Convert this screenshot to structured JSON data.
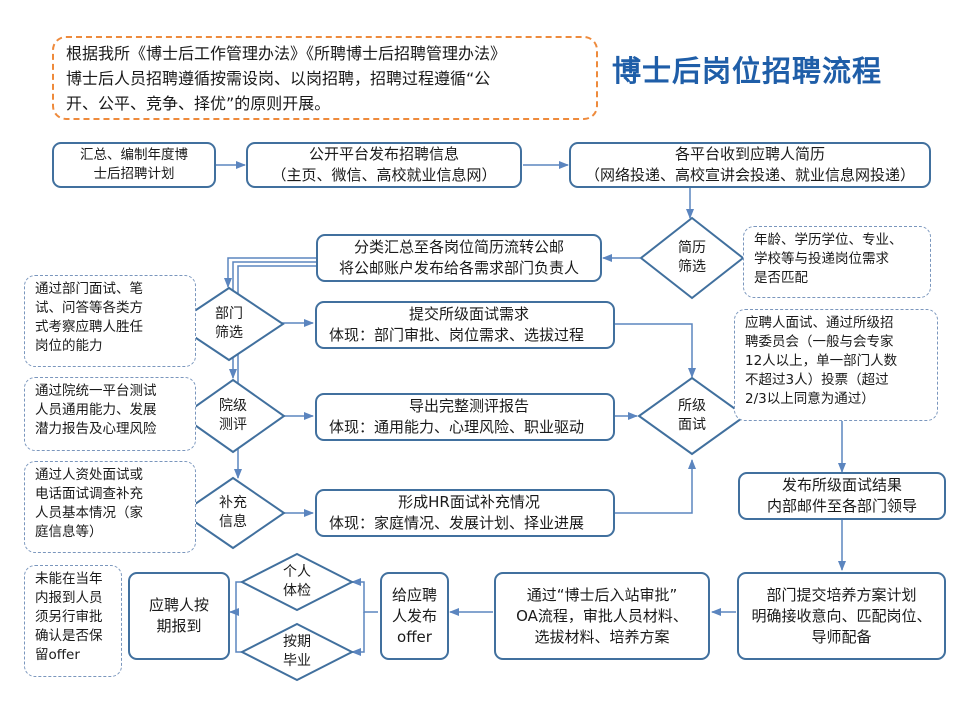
{
  "intro": {
    "line1": "根据我所《博士后工作管理办法》《所聘博士后招聘管理办法》",
    "line2": "博士后人员招聘遵循按需设岗、以岗招聘，招聘过程遵循“公",
    "line3": "开、公平、竞争、择优”的原则开展。"
  },
  "title": "博士后岗位招聘流程",
  "boxes": {
    "plan": [
      "汇总、编制年度博",
      "士后招聘计划"
    ],
    "publish": [
      "公开平台发布招聘信息",
      "（主页、微信、高校就业信息网）"
    ],
    "receive": [
      "各平台收到应聘人简历",
      "（网络投递、高校宣讲会投递、就业信息网投递）"
    ],
    "distribute": [
      "分类汇总至各岗位简历流转公邮",
      "将公邮账户发布给各需求部门负责人"
    ],
    "dept_request": [
      "提交所级面试需求",
      "体现：部门审批、岗位需求、选拔过程"
    ],
    "report": [
      "导出完整测评报告",
      "体现：通用能力、心理风险、职业驱动"
    ],
    "hr": [
      "形成HR面试补充情况",
      "体现：家庭情况、发展计划、择业进展"
    ],
    "result": [
      "发布所级面试结果",
      "内部邮件至各部门领导"
    ],
    "training": [
      "部门提交培养方案计划",
      "明确接收意向、匹配岗位、",
      "导师配备"
    ],
    "oa": [
      "通过“博士后入站审批”",
      "OA流程，审批人员材料、",
      "选拔材料、培养方案"
    ],
    "offer": [
      "给应聘",
      "人发布",
      "offer"
    ],
    "report_in": [
      "应聘人按",
      "期报到"
    ]
  },
  "diamonds": {
    "resume_screen": [
      "简历",
      "筛选"
    ],
    "dept_screen": [
      "部门",
      "筛选"
    ],
    "institute_test": [
      "院级",
      "测评"
    ],
    "supplement": [
      "补充",
      "信息"
    ],
    "institute_interview": [
      "所级",
      "面试"
    ],
    "medical": [
      "个人",
      "体检"
    ],
    "graduate": [
      "按期",
      "毕业"
    ]
  },
  "notes": {
    "resume_criteria": [
      "年龄、学历学位、专业、",
      "学校等与投递岗位需求",
      "是否匹配"
    ],
    "dept_method": [
      "通过部门面试、笔",
      "试、问答等各类方",
      "式考察应聘人胜任",
      "岗位的能力"
    ],
    "test_method": [
      "通过院统一平台测试",
      "人员通用能力、发展",
      "潜力报告及心理风险"
    ],
    "hr_method": [
      "通过人资处面试或",
      "电话面试调查补充",
      "人员基本情况（家",
      "庭信息等）"
    ],
    "committee": [
      "应聘人面试、通过所级招",
      "聘委员会（一般与会专家",
      "12人以上，单一部门人数",
      "不超过3人）投票（超过",
      "2/3以上同意为通过）"
    ],
    "late": [
      "未能在当年",
      "内报到人员",
      "须另行审批",
      "确认是否保",
      "留offer"
    ]
  },
  "colors": {
    "box_border": "#41709e",
    "arrow": "#5b85bf",
    "note_border": "#7a96bd",
    "intro_border": "#ee8a3c",
    "title": "#1f5ea8"
  }
}
